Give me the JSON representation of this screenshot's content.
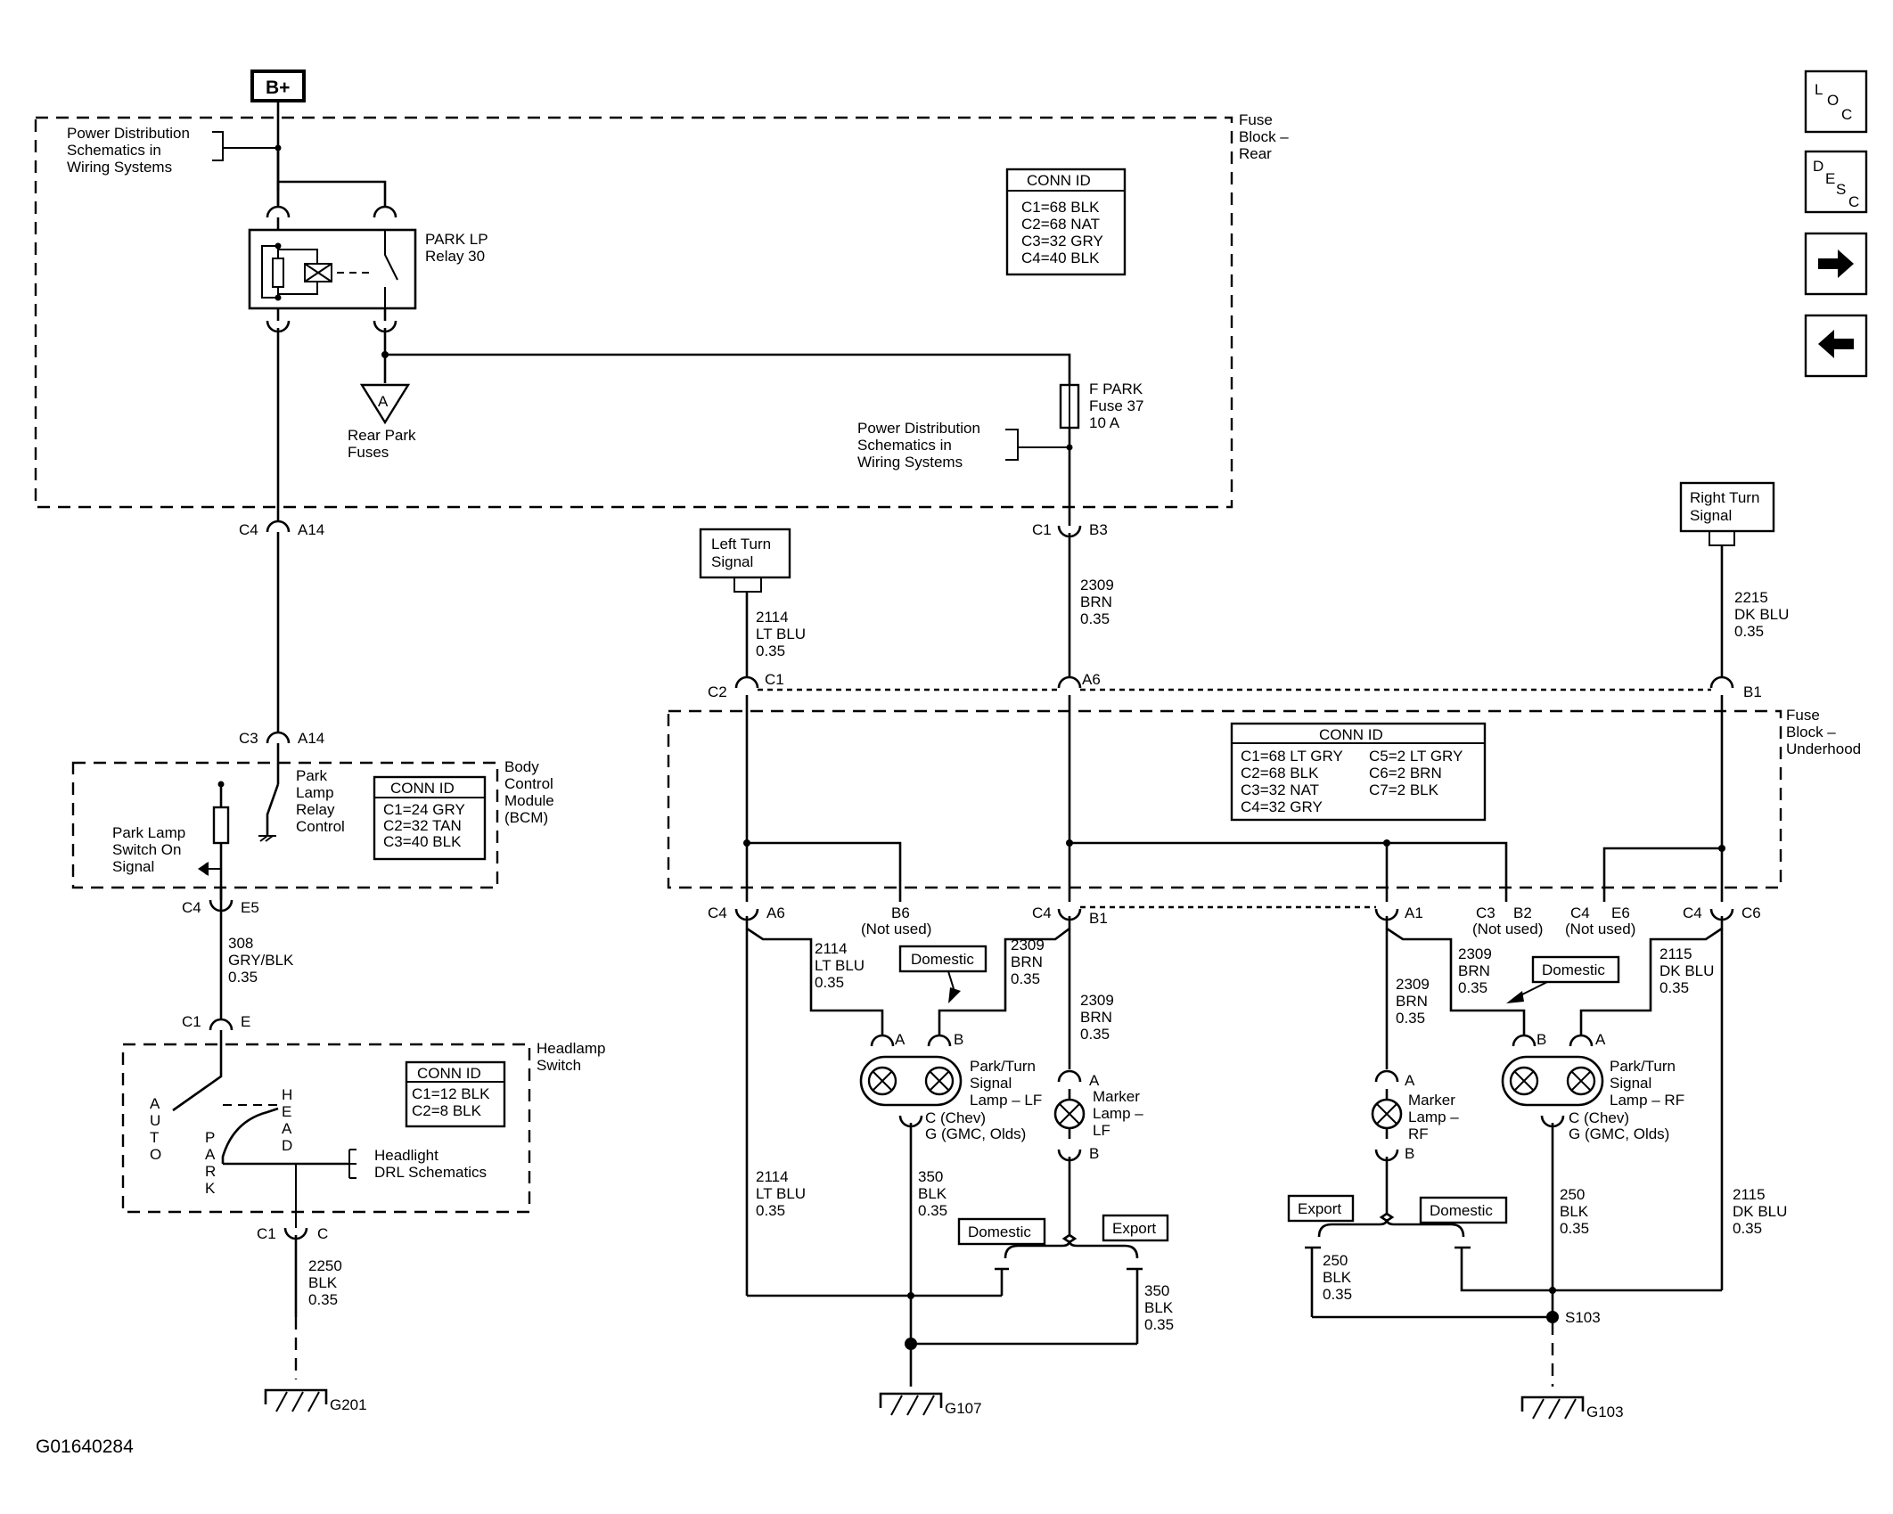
{
  "diagram_id": "G01640284",
  "nav": {
    "loc": [
      "L",
      "O",
      "C"
    ],
    "desc": [
      "D",
      "E",
      "S",
      "C"
    ],
    "forward": "➡",
    "back": "⬅"
  },
  "battery": "B+",
  "power_dist_1": [
    "Power Distribution",
    "Schematics in",
    "Wiring Systems"
  ],
  "power_dist_2": [
    "Power Distribution",
    "Schematics in",
    "Wiring Systems"
  ],
  "fuse_block_rear": [
    "Fuse",
    "Block –",
    "Rear"
  ],
  "fuse_block_underhood": [
    "Fuse",
    "Block –",
    "Underhood"
  ],
  "relay": [
    "PARK LP",
    "Relay 30"
  ],
  "rear_park": {
    "symbol": "A",
    "label": [
      "Rear Park",
      "Fuses"
    ]
  },
  "fuse37": [
    "F PARK",
    "Fuse 37",
    "10 A"
  ],
  "conn_rear": {
    "title": "CONN ID",
    "rows": [
      "C1=68 BLK",
      "C2=68 NAT",
      "C3=32 GRY",
      "C4=40 BLK"
    ]
  },
  "conn_bcm": {
    "title": "CONN ID",
    "rows": [
      "C1=24 GRY",
      "C2=32 TAN",
      "C3=40 BLK"
    ]
  },
  "conn_underhood": {
    "title": "CONN ID",
    "col1": [
      "C1=68 LT GRY",
      "C2=68 BLK",
      "C3=32 NAT",
      "C4=32 GRY"
    ],
    "col2": [
      "C5=2 LT GRY",
      "C6=2 BRN",
      "C7=2 BLK"
    ]
  },
  "conn_headlamp": {
    "title": "CONN ID",
    "rows": [
      "C1=12 BLK",
      "C2=8 BLK"
    ]
  },
  "bcm_label": [
    "Body",
    "Control",
    "Module",
    "(BCM)"
  ],
  "bcm_relay_ctrl": [
    "Park",
    "Lamp",
    "Relay",
    "Control"
  ],
  "park_switch_signal": [
    "Park Lamp",
    "Switch On",
    "Signal"
  ],
  "headlamp_switch": [
    "Headlamp",
    "Switch"
  ],
  "switch_auto": [
    "A",
    "U",
    "T",
    "O"
  ],
  "switch_park": [
    "P",
    "A",
    "R",
    "K"
  ],
  "switch_head": [
    "H",
    "E",
    "A",
    "D"
  ],
  "headlight_drl": [
    "Headlight",
    "DRL Schematics"
  ],
  "left_turn": [
    "Left Turn",
    "Signal"
  ],
  "right_turn": [
    "Right Turn",
    "Signal"
  ],
  "connectors": {
    "c4_a14": [
      "C4",
      "A14"
    ],
    "c3_a14": [
      "C3",
      "A14"
    ],
    "c4_e5": [
      "C4",
      "E5"
    ],
    "c1_e": [
      "C1",
      "E"
    ],
    "c1_c": [
      "C1",
      "C"
    ],
    "c1_b3": [
      "C1",
      "B3"
    ],
    "c2": "C2",
    "c1_uh": "C1",
    "a6_top": "A6",
    "b1_top": "B1",
    "c4_a6": [
      "C4",
      "A6"
    ],
    "b6": [
      "B6",
      "(Not used)"
    ],
    "c4_b1": [
      "C4",
      "B1"
    ],
    "a1": "A1",
    "c3_b2": [
      "C3",
      "B2",
      "(Not used)"
    ],
    "c4_e6": [
      "C4",
      "E6",
      "(Not used)"
    ],
    "c4_c6": [
      "C4",
      "C6"
    ]
  },
  "wires": {
    "w308": [
      "308",
      "GRY/BLK",
      "0.35"
    ],
    "w2250": [
      "2250",
      "BLK",
      "0.35"
    ],
    "w2309_top": [
      "2309",
      "BRN",
      "0.35"
    ],
    "w2114_top": [
      "2114",
      "LT BLU",
      "0.35"
    ],
    "w2215": [
      "2215",
      "DK BLU",
      "0.35"
    ],
    "w2114_lamp": [
      "2114",
      "LT BLU",
      "0.35"
    ],
    "w2309_lamp_lf": [
      "2309",
      "BRN",
      "0.35"
    ],
    "w2309_marker_lf": [
      "2309",
      "BRN",
      "0.35"
    ],
    "w2309_marker_rf": [
      "2309",
      "BRN",
      "0.35"
    ],
    "w2309_lamp_rf": [
      "2309",
      "BRN",
      "0.35"
    ],
    "w2115_lamp": [
      "2115",
      "DK BLU",
      "0.35"
    ],
    "w2114_bottom": [
      "2114",
      "LT BLU",
      "0.35"
    ],
    "w350": [
      "350",
      "BLK",
      "0.35"
    ],
    "w350_export": [
      "350",
      "BLK",
      "0.35"
    ],
    "w250_export": [
      "250",
      "BLK",
      "0.35"
    ],
    "w250": [
      "250",
      "BLK",
      "0.35"
    ],
    "w2115_bottom": [
      "2115",
      "DK BLU",
      "0.35"
    ]
  },
  "domestic": "Domestic",
  "export": "Export",
  "lamp_lf": [
    "Park/Turn",
    "Signal",
    "Lamp – LF"
  ],
  "lamp_lf_ground": [
    "C (Chev)",
    "G (GMC, Olds)"
  ],
  "lamp_rf": [
    "Park/Turn",
    "Signal",
    "Lamp – RF"
  ],
  "lamp_rf_ground": [
    "C (Chev)",
    "G (GMC, Olds)"
  ],
  "marker_lf": [
    "Marker",
    "Lamp –",
    "LF"
  ],
  "marker_rf": [
    "Marker",
    "Lamp –",
    "RF"
  ],
  "pin_a": "A",
  "pin_b": "B",
  "splice": "S103",
  "grounds": {
    "g201": "G201",
    "g107": "G107",
    "g103": "G103"
  }
}
